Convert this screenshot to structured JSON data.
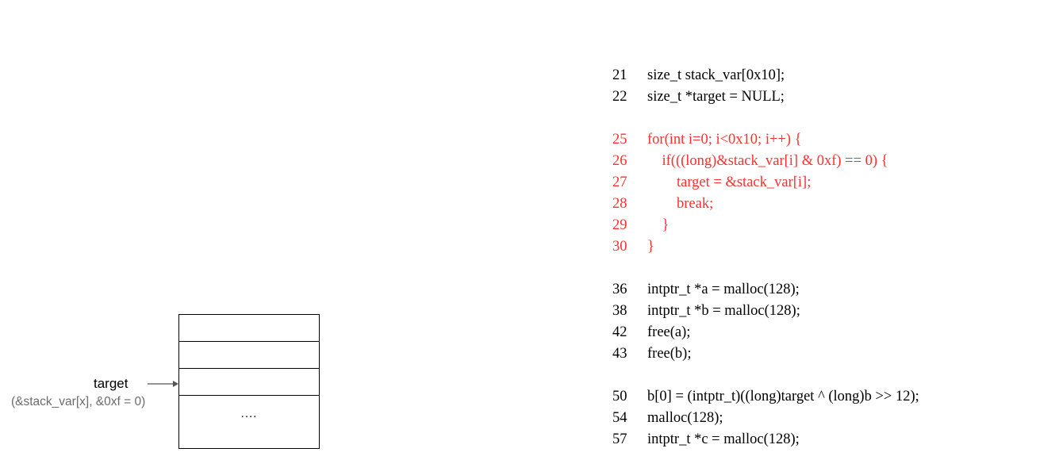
{
  "diagram": {
    "target_label": "target",
    "target_note": "(&stack_var[x], &0xf = 0)",
    "ellipsis": "...."
  },
  "code": {
    "highlight_color": "#ff2f2f",
    "lines": [
      {
        "num": "21",
        "text": "size_t stack_var[0x10];",
        "highlight": false
      },
      {
        "num": "22",
        "text": "size_t *target = NULL;",
        "highlight": false
      },
      {
        "num": "25",
        "text": "for(int i=0; i<0x10; i++) {",
        "highlight": true
      },
      {
        "num": "26",
        "text": "    if(((long)&stack_var[i] & 0xf) == 0) {",
        "highlight": true
      },
      {
        "num": "27",
        "text": "        target = &stack_var[i];",
        "highlight": true
      },
      {
        "num": "28",
        "text": "        break;",
        "highlight": true
      },
      {
        "num": "29",
        "text": "    }",
        "highlight": true
      },
      {
        "num": "30",
        "text": "}",
        "highlight": true
      },
      {
        "num": "36",
        "text": "intptr_t *a = malloc(128);",
        "highlight": false
      },
      {
        "num": "38",
        "text": "intptr_t *b = malloc(128);",
        "highlight": false
      },
      {
        "num": "42",
        "text": "free(a);",
        "highlight": false
      },
      {
        "num": "43",
        "text": "free(b);",
        "highlight": false
      },
      {
        "num": "50",
        "text": "b[0] = (intptr_t)((long)target ^ (long)b >> 12);",
        "highlight": false
      },
      {
        "num": "54",
        "text": "malloc(128);",
        "highlight": false
      },
      {
        "num": "57",
        "text": "intptr_t *c = malloc(128);",
        "highlight": false
      }
    ]
  }
}
